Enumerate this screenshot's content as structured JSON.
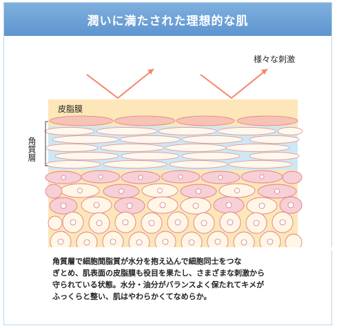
{
  "header": {
    "title": "潤いに満たされた理想的な肌"
  },
  "diagram": {
    "stimuli_label": "様々な刺激",
    "sebum_label": "皮脂膜",
    "stratum_label": "角質層",
    "colors": {
      "sebum_band": "#fde6b8",
      "sebum_cell": "#f6c3b5",
      "lipid_band": "#cde8f4",
      "corneocyte": "#fff8ec",
      "cell_pink": "#f7cfd6",
      "cell_cream": "#fff6e6",
      "nucleus": "#ffffff",
      "arrow": "#f2866a",
      "outline": "#e07f86"
    }
  },
  "caption": {
    "lines": [
      "角質層で細胞間脂質が水分を抱え込んで細胞同士をつな",
      "ぎとめ、肌表面の皮脂膜も役目を果たし、さまざまな刺激から",
      "守られている状態。水分・油分がバランスよく保たれてキメが",
      "ふっくらと整い、肌はやわらかくてなめらか。"
    ]
  }
}
